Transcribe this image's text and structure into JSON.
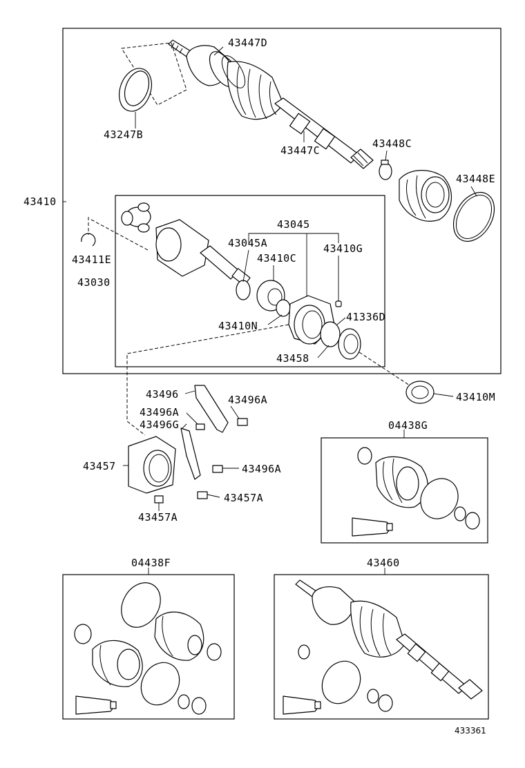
{
  "labels": {
    "p43447D": "43447D",
    "p43247B": "43247B",
    "p43447C": "43447C",
    "p43448C": "43448C",
    "p43448E": "43448E",
    "p43410": "43410",
    "p43045": "43045",
    "p43045A": "43045A",
    "p43410G": "43410G",
    "p43410C": "43410C",
    "p43411E": "43411E",
    "p43030": "43030",
    "p43410N": "43410N",
    "p41336D": "41336D",
    "p43458": "43458",
    "p43410M": "43410M",
    "p43496": "43496",
    "p43496A_1": "43496A",
    "p43496A_2": "43496A",
    "p43496G": "43496G",
    "p43457": "43457",
    "p43496A_3": "43496A",
    "p43457A_1": "43457A",
    "p43457A_2": "43457A",
    "p04438G": "04438G",
    "p04438F": "04438F",
    "p43460": "43460"
  },
  "reference_number": "433361"
}
